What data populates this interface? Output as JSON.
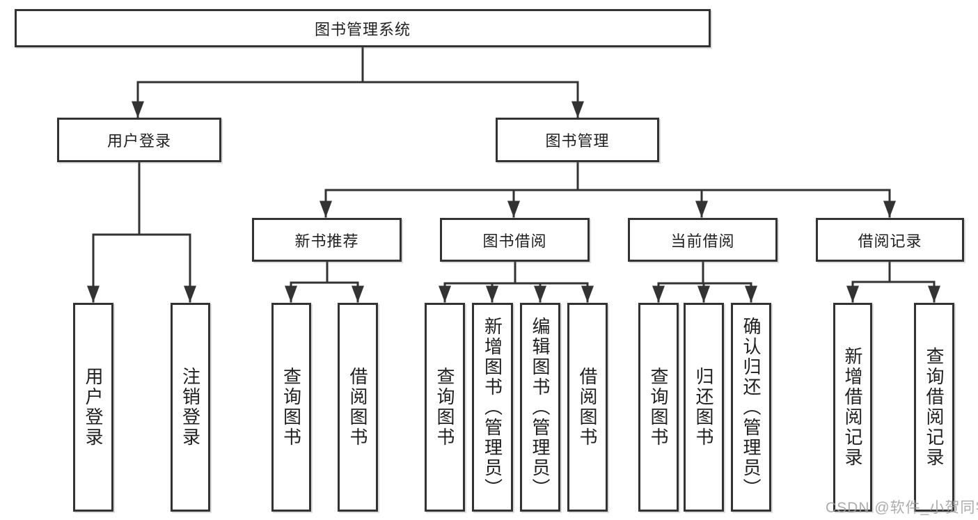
{
  "colors": {
    "line": "#333333",
    "box_border": "#333333",
    "box_background": "#ffffff",
    "text": "#1f1f1f",
    "watermark": "#9e9e9e",
    "page_background": "#ffffff"
  },
  "tree": {
    "root": {
      "label": "图书管理系统"
    },
    "branches": [
      {
        "label": "用户登录",
        "children": [
          {
            "label": "用户登录"
          },
          {
            "label": "注销登录"
          }
        ]
      },
      {
        "label": "图书管理",
        "children": [
          {
            "label": "新书推荐",
            "children": [
              {
                "label": "查询图书"
              },
              {
                "label": "借阅图书"
              }
            ]
          },
          {
            "label": "图书借阅",
            "children": [
              {
                "label": "查询图书"
              },
              {
                "label": "新增图书（管理员）"
              },
              {
                "label": "编辑图书（管理员）"
              },
              {
                "label": "借阅图书"
              }
            ]
          },
          {
            "label": "当前借阅",
            "children": [
              {
                "label": "查询图书"
              },
              {
                "label": "归还图书"
              },
              {
                "label": "确认归还（管理员）"
              }
            ]
          },
          {
            "label": "借阅记录",
            "children": [
              {
                "label": "新增借阅记录"
              },
              {
                "label": "查询借阅记录"
              }
            ]
          }
        ]
      }
    ]
  },
  "watermark": {
    "text": "CSDN @软件_小贺同学"
  }
}
